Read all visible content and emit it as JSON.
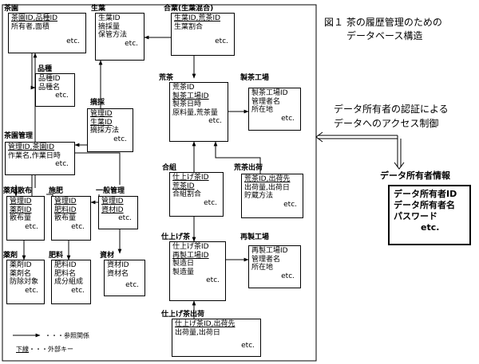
{
  "caption": {
    "line1": "図１ 茶の履歴管理のための",
    "line2": "データベース構造"
  },
  "auth_note": {
    "line1": "データ所有者の認証による",
    "line2": "データへのアクセス制御"
  },
  "owner": {
    "title": "データ所有者情報",
    "fields": [
      "データ所有者ID",
      "データ所有者名",
      "パスワード"
    ],
    "etc": "etc."
  },
  "legend": {
    "reference": "・・・参照関係",
    "fk_word": "下線",
    "fk_rest": "・・・外部キー"
  },
  "tables": {
    "chaen": {
      "label": "茶園",
      "fields": [
        "茶園ID,品種ID",
        "所有者,面積"
      ],
      "etc": "etc."
    },
    "hinshu": {
      "label": "品種",
      "fields": [
        "品種ID",
        "品種名"
      ],
      "etc": "etc."
    },
    "seiyo": {
      "label": "生葉",
      "fields": [
        "生葉ID",
        "摘採量",
        "保管方法"
      ],
      "etc": "etc."
    },
    "goudou": {
      "label": "合業(生葉混合)",
      "fields": [
        "生葉ID,荒茶ID",
        "生葉割合"
      ],
      "etc": "etc."
    },
    "tekisai": {
      "label": "摘採",
      "fields": [
        "管理ID",
        "生葉ID",
        "摘採方法"
      ],
      "etc": "etc."
    },
    "kanri": {
      "label": "茶園管理",
      "fields": [
        "管理ID,茶園ID",
        "作業名,作業日時"
      ],
      "etc": "etc."
    },
    "aracha": {
      "label": "荒茶",
      "fields": [
        "荒茶ID",
        "製茶工場ID",
        "製茶日時",
        "原料量,荒茶量"
      ],
      "etc": "etc."
    },
    "seicha": {
      "label": "製茶工場",
      "fields": [
        "製茶工場ID",
        "管理者名",
        "所在地"
      ],
      "etc": "etc."
    },
    "gougumi": {
      "label": "合組",
      "fields": [
        "仕上げ茶ID",
        "荒茶ID",
        "合組割合"
      ],
      "etc": "etc."
    },
    "arashukka": {
      "label": "荒茶出荷",
      "fields": [
        "荒茶ID,出荷先",
        "出荷量,出荷日",
        "貯蔵方法"
      ],
      "etc": "etc."
    },
    "yakuzai_sanpu": {
      "label": "薬剤散布",
      "fields": [
        "管理ID",
        "薬剤ID",
        "散布量"
      ],
      "etc": "etc."
    },
    "sehi": {
      "label": "施肥",
      "fields": [
        "管理ID",
        "肥料ID",
        "散布量"
      ],
      "etc": "etc."
    },
    "ippan": {
      "label": "一般管理",
      "fields": [
        "管理ID",
        "資材ID"
      ],
      "etc": "etc."
    },
    "shiagecha": {
      "label": "仕上げ茶",
      "fields": [
        "仕上げ茶ID",
        "再製工場ID",
        "製造日",
        "製造量"
      ],
      "etc": "etc."
    },
    "saisei": {
      "label": "再製工場",
      "fields": [
        "再製工場ID",
        "管理者名",
        "所在地"
      ],
      "etc": "etc."
    },
    "yakuzai": {
      "label": "薬剤",
      "fields": [
        "薬剤ID",
        "薬剤名",
        "防除対象"
      ],
      "etc": "etc."
    },
    "hiryo": {
      "label": "肥料",
      "fields": [
        "肥料ID",
        "肥料名",
        "成分組成"
      ],
      "etc": "etc."
    },
    "shizai": {
      "label": "資材",
      "fields": [
        "資材ID",
        "資材名"
      ],
      "etc": "etc."
    },
    "shiage_shukka": {
      "label": "仕上げ茶出荷",
      "fields": [
        "仕上げ茶ID,出荷先",
        "出荷量,出荷日"
      ],
      "etc": "etc."
    }
  }
}
